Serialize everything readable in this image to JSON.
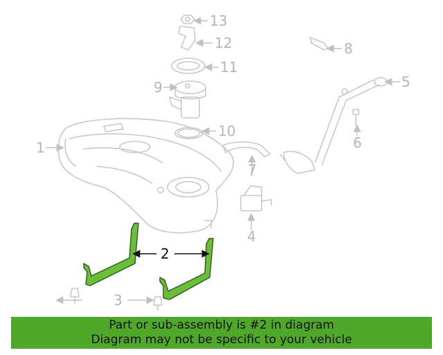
{
  "diagram": {
    "callouts": {
      "c1": "1",
      "c2": "2",
      "c3": "3",
      "c4": "4",
      "c5": "5",
      "c6": "6",
      "c7": "7",
      "c8": "8",
      "c9": "9",
      "c10": "10",
      "c11": "11",
      "c12": "12",
      "c13": "13"
    },
    "highlight_color": "#6abf3a",
    "line_color": "#c8c8c8"
  },
  "banner": {
    "line1": "Part or sub-assembly is #2 in diagram",
    "line2": "Diagram may not be specific to your vehicle",
    "color": "#50a82a"
  }
}
